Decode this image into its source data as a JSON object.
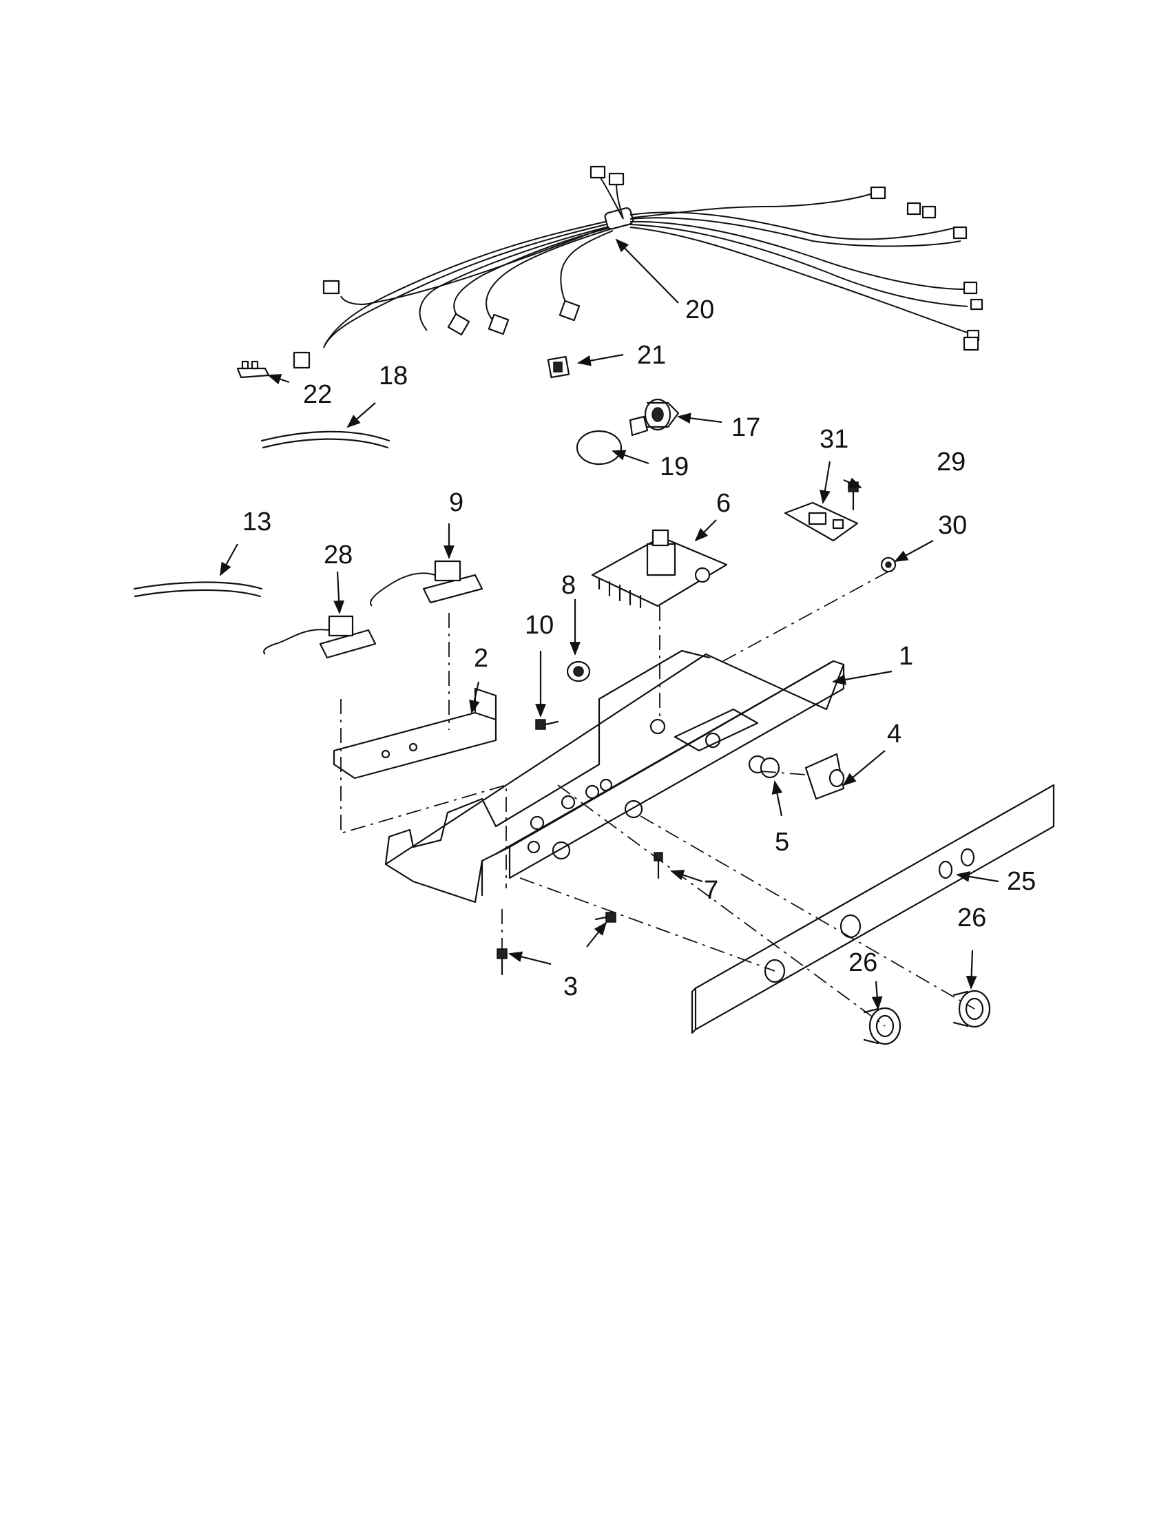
{
  "diagram": {
    "callouts": [
      {
        "id": "c1",
        "label": "1"
      },
      {
        "id": "c2",
        "label": "2"
      },
      {
        "id": "c3",
        "label": "3"
      },
      {
        "id": "c4",
        "label": "4"
      },
      {
        "id": "c5",
        "label": "5"
      },
      {
        "id": "c6",
        "label": "6"
      },
      {
        "id": "c7",
        "label": "7"
      },
      {
        "id": "c8",
        "label": "8"
      },
      {
        "id": "c9",
        "label": "9"
      },
      {
        "id": "c10",
        "label": "10"
      },
      {
        "id": "c13",
        "label": "13"
      },
      {
        "id": "c17",
        "label": "17"
      },
      {
        "id": "c18",
        "label": "18"
      },
      {
        "id": "c19",
        "label": "19"
      },
      {
        "id": "c20",
        "label": "20"
      },
      {
        "id": "c21",
        "label": "21"
      },
      {
        "id": "c22",
        "label": "22"
      },
      {
        "id": "c25",
        "label": "25"
      },
      {
        "id": "c26a",
        "label": "26"
      },
      {
        "id": "c26b",
        "label": "26"
      },
      {
        "id": "c28",
        "label": "28"
      },
      {
        "id": "c29",
        "label": "29"
      },
      {
        "id": "c30",
        "label": "30"
      },
      {
        "id": "c31",
        "label": "31"
      }
    ]
  }
}
